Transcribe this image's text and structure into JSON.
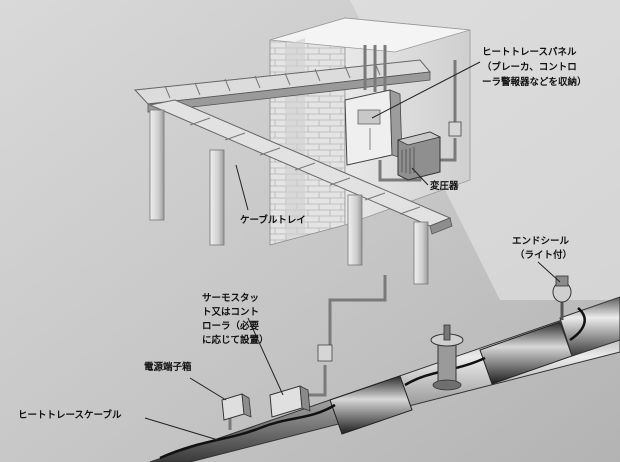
{
  "labels": {
    "panel_line1": "ヒートトレースパネル",
    "panel_line2": "（ブレーカ、コントロ",
    "panel_line3": "ーラ警報器などを収納）",
    "transformer": "変圧器",
    "cable_tray": "ケーブルトレイ",
    "end_seal_line1": "エンドシール",
    "end_seal_line2": "（ライト付）",
    "thermostat_line1": "サーモスタッ",
    "thermostat_line2": "ト又はコント",
    "thermostat_line3": "ローラ（必要",
    "thermostat_line4": "に応じて設置）",
    "power_terminal_box": "電源端子箱",
    "heat_trace_cable": "ヒートトレースケーブル"
  }
}
